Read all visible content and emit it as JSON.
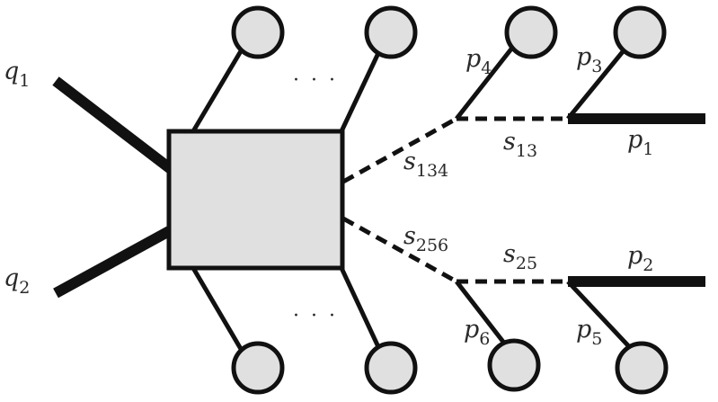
{
  "diagram": {
    "ellipsis_top": "· · ·",
    "ellipsis_bottom": "· · ·",
    "labels": {
      "q1": {
        "base": "q",
        "sub": "1"
      },
      "q2": {
        "base": "q",
        "sub": "2"
      },
      "p1": {
        "base": "p",
        "sub": "1"
      },
      "p2": {
        "base": "p",
        "sub": "2"
      },
      "p3": {
        "base": "p",
        "sub": "3"
      },
      "p4": {
        "base": "p",
        "sub": "4"
      },
      "p5": {
        "base": "p",
        "sub": "5"
      },
      "p6": {
        "base": "p",
        "sub": "6"
      },
      "s13": {
        "base": "s",
        "sub": "13"
      },
      "s25": {
        "base": "s",
        "sub": "25"
      },
      "s134": {
        "base": "s",
        "sub": "134"
      },
      "s256": {
        "base": "s",
        "sub": "256"
      }
    },
    "colors": {
      "stroke": "#111111",
      "fill": "#e0e0e0"
    }
  }
}
